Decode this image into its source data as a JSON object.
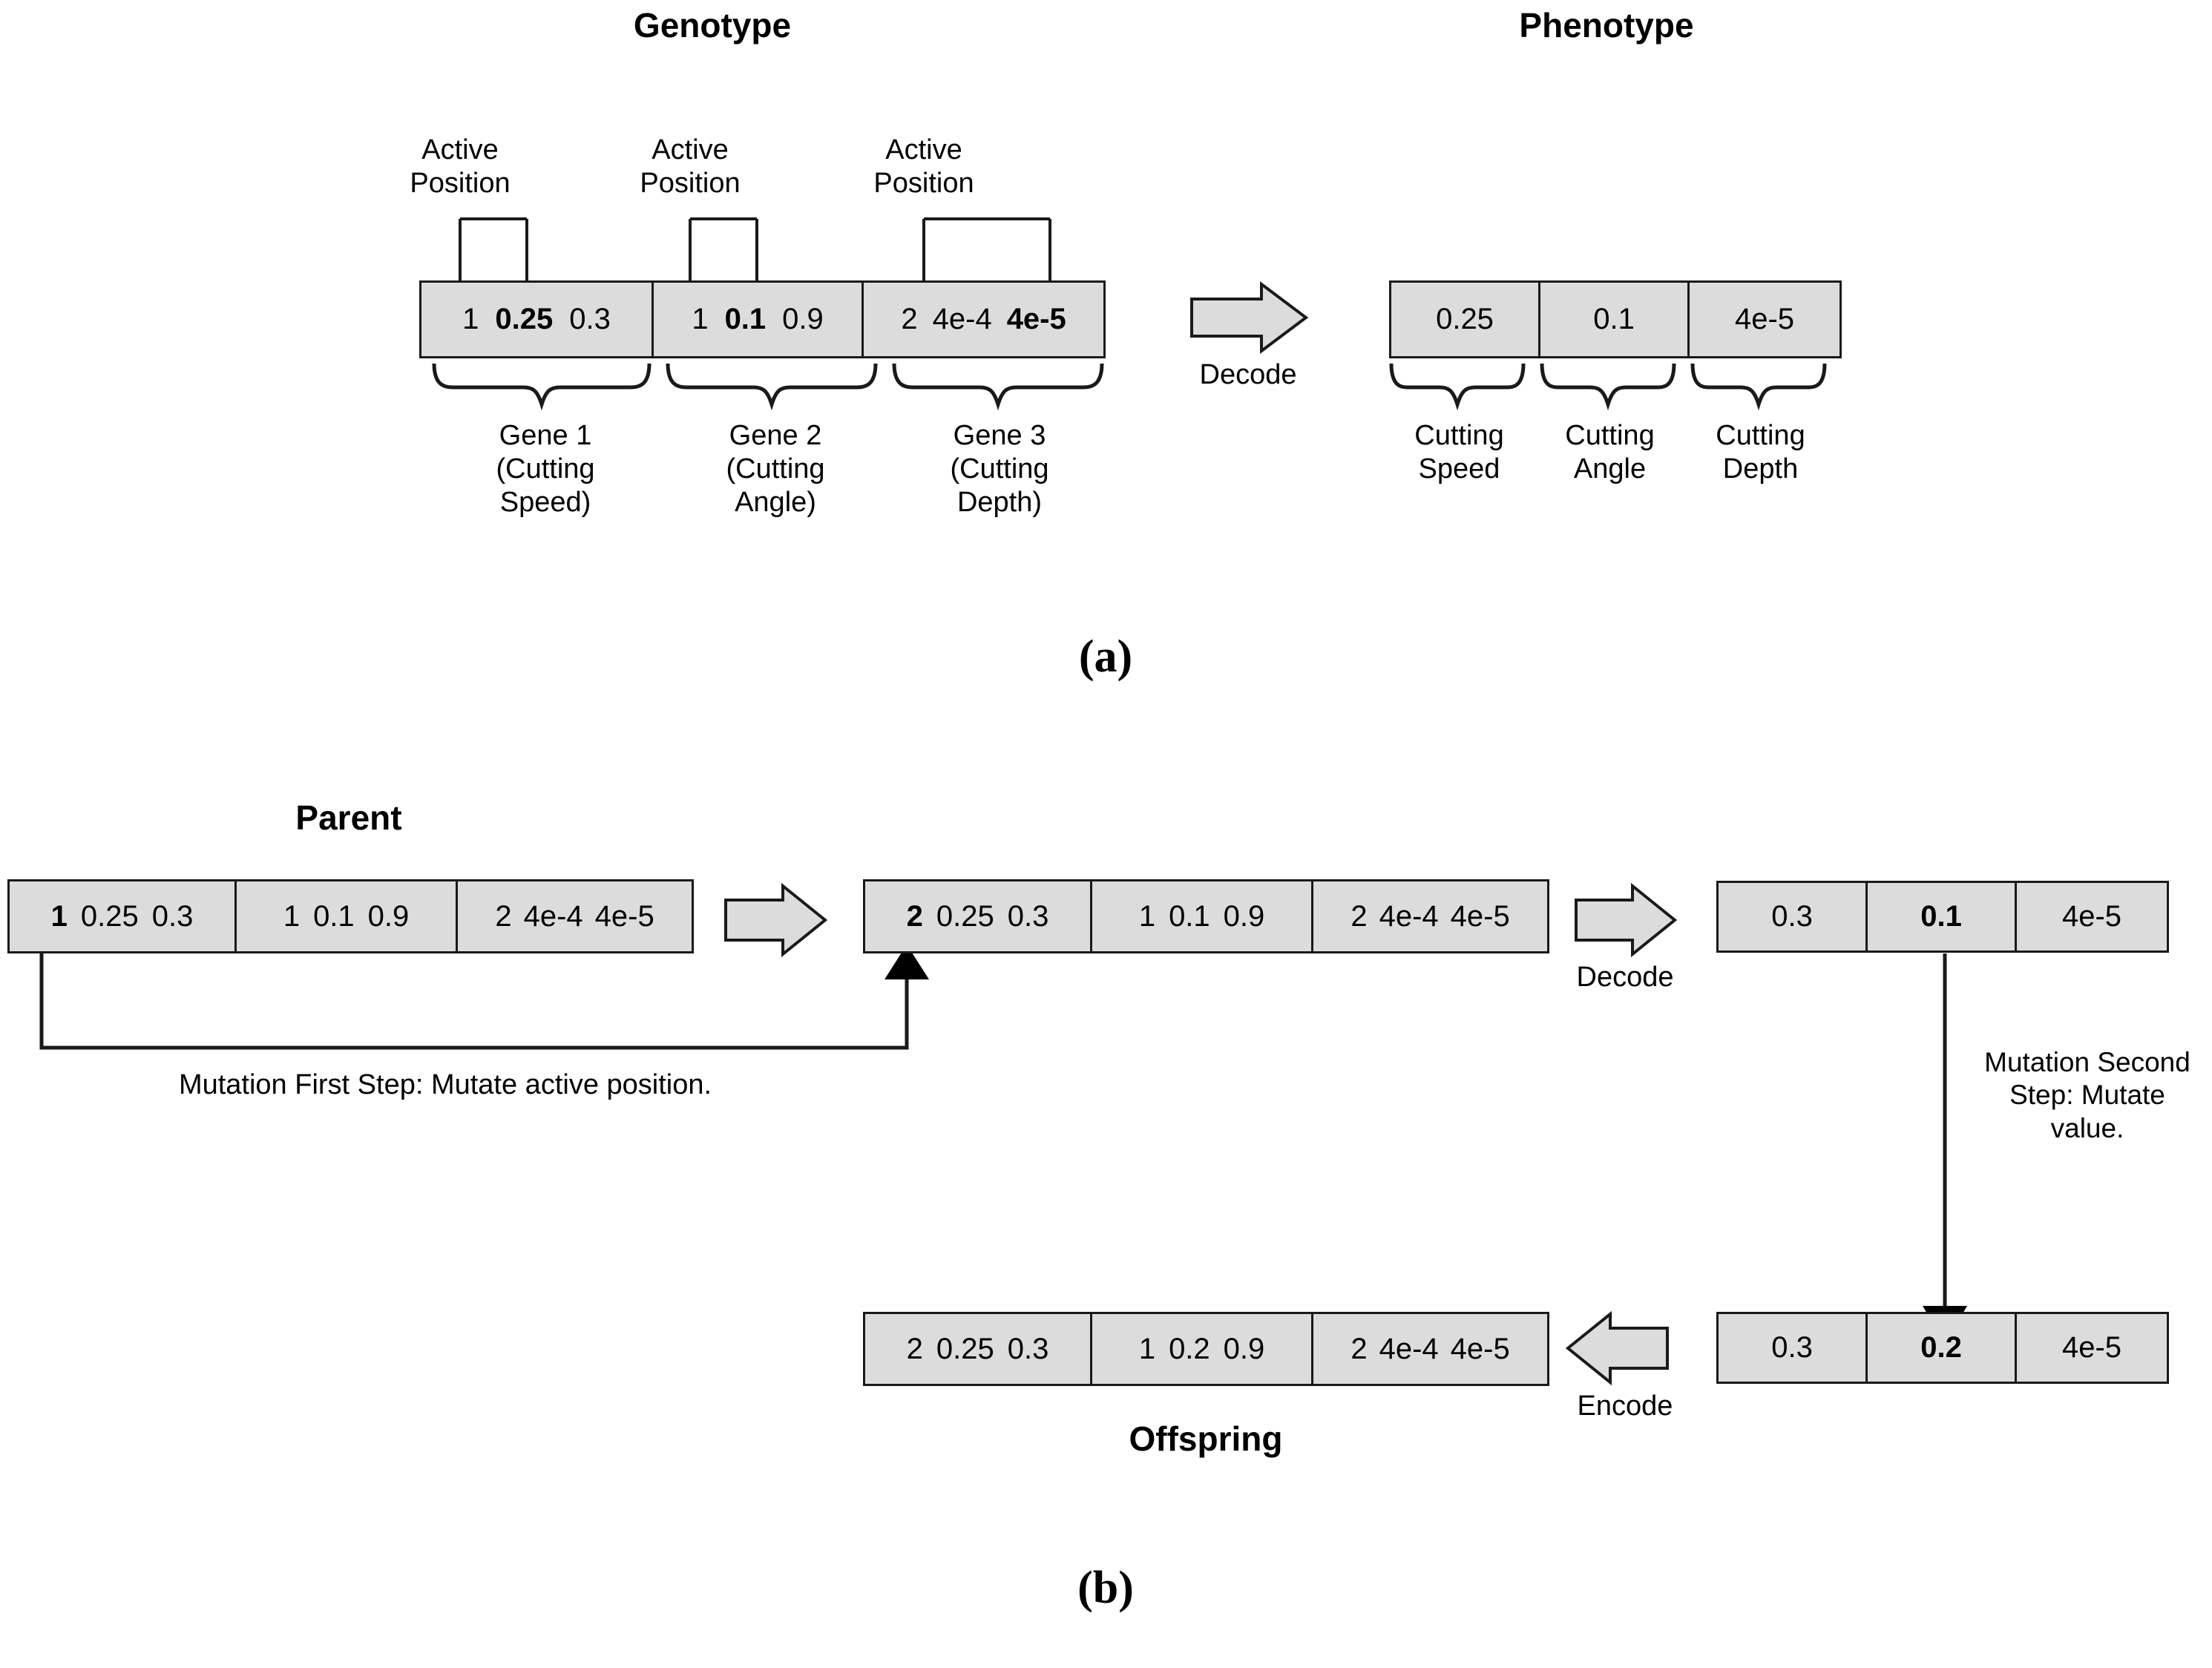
{
  "panel_a": {
    "letter": "(a)",
    "genotype_title": "Genotype",
    "phenotype_title": "Phenotype",
    "active_position_labels": [
      "Active\nPosition",
      "Active\nPosition",
      "Active\nPosition"
    ],
    "active_position_label_line1": "Active",
    "active_position_label_line2": "Position",
    "genotype": {
      "genes": [
        {
          "tokens": [
            {
              "text": "1",
              "bold": false
            },
            {
              "text": "0.25",
              "bold": true
            },
            {
              "text": "0.3",
              "bold": false
            }
          ],
          "label_lines": [
            "Gene 1",
            "(Cutting",
            "Speed)"
          ],
          "active_index": 1
        },
        {
          "tokens": [
            {
              "text": "1",
              "bold": false
            },
            {
              "text": "0.1",
              "bold": true
            },
            {
              "text": "0.9",
              "bold": false
            }
          ],
          "label_lines": [
            "Gene 2",
            "(Cutting",
            "Angle)"
          ],
          "active_index": 1
        },
        {
          "tokens": [
            {
              "text": "2",
              "bold": false
            },
            {
              "text": "4e-4",
              "bold": false
            },
            {
              "text": "4e-5",
              "bold": true
            }
          ],
          "label_lines": [
            "Gene 3",
            "(Cutting",
            "Depth)"
          ],
          "active_index": 2
        }
      ]
    },
    "decode_label": "Decode",
    "phenotype": {
      "cells": [
        {
          "value": "0.25",
          "bold": false,
          "label_lines": [
            "Cutting",
            "Speed"
          ]
        },
        {
          "value": "0.1",
          "bold": false,
          "label_lines": [
            "Cutting",
            "Angle"
          ]
        },
        {
          "value": "4e-5",
          "bold": false,
          "label_lines": [
            "Cutting",
            "Depth"
          ]
        }
      ]
    }
  },
  "panel_b": {
    "letter": "(b)",
    "parent_title": "Parent",
    "offspring_title": "Offspring",
    "decode_label": "Decode",
    "encode_label": "Encode",
    "mutation_step1_caption": "Mutation First Step: Mutate active position.",
    "mutation_step2_caption_lines": [
      "Mutation Second",
      "Step: Mutate",
      "value."
    ],
    "parent_chromosome": {
      "genes": [
        {
          "tokens": [
            {
              "text": "1",
              "bold": true
            },
            {
              "text": "0.25",
              "bold": false
            },
            {
              "text": "0.3",
              "bold": false
            }
          ]
        },
        {
          "tokens": [
            {
              "text": "1",
              "bold": false
            },
            {
              "text": "0.1",
              "bold": false
            },
            {
              "text": "0.9",
              "bold": false
            }
          ]
        },
        {
          "tokens": [
            {
              "text": "2",
              "bold": false
            },
            {
              "text": "4e-4",
              "bold": false
            },
            {
              "text": "4e-5",
              "bold": false
            }
          ]
        }
      ]
    },
    "mutated_chromosome": {
      "genes": [
        {
          "tokens": [
            {
              "text": "2",
              "bold": true
            },
            {
              "text": "0.25",
              "bold": false
            },
            {
              "text": "0.3",
              "bold": false
            }
          ]
        },
        {
          "tokens": [
            {
              "text": "1",
              "bold": false
            },
            {
              "text": "0.1",
              "bold": false
            },
            {
              "text": "0.9",
              "bold": false
            }
          ]
        },
        {
          "tokens": [
            {
              "text": "2",
              "bold": false
            },
            {
              "text": "4e-4",
              "bold": false
            },
            {
              "text": "4e-5",
              "bold": false
            }
          ]
        }
      ]
    },
    "offspring_chromosome": {
      "genes": [
        {
          "tokens": [
            {
              "text": "2",
              "bold": false
            },
            {
              "text": "0.25",
              "bold": false
            },
            {
              "text": "0.3",
              "bold": false
            }
          ]
        },
        {
          "tokens": [
            {
              "text": "1",
              "bold": false
            },
            {
              "text": "0.2",
              "bold": false
            },
            {
              "text": "0.9",
              "bold": false
            }
          ]
        },
        {
          "tokens": [
            {
              "text": "2",
              "bold": false
            },
            {
              "text": "4e-4",
              "bold": false
            },
            {
              "text": "4e-5",
              "bold": false
            }
          ]
        }
      ]
    },
    "decoded_phenotype": {
      "cells": [
        {
          "value": "0.3",
          "bold": false
        },
        {
          "value": "0.1",
          "bold": true
        },
        {
          "value": "4e-5",
          "bold": false
        }
      ]
    },
    "mutated_phenotype": {
      "cells": [
        {
          "value": "0.3",
          "bold": false
        },
        {
          "value": "0.2",
          "bold": true
        },
        {
          "value": "4e-5",
          "bold": false
        }
      ]
    }
  },
  "colors": {
    "box_fill": "#dcdcdc",
    "stroke": "#1a1a1a",
    "background": "#ffffff",
    "text": "#000000"
  }
}
